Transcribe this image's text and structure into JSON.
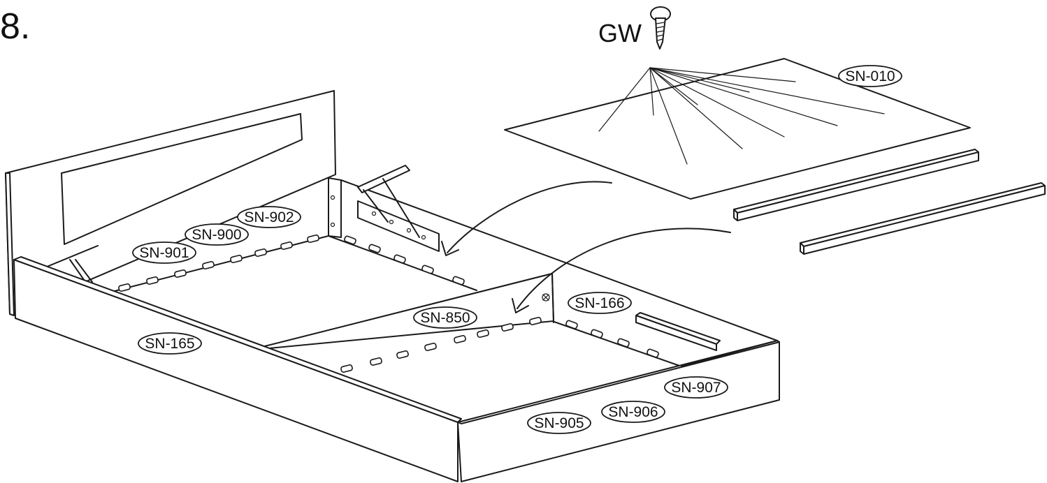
{
  "step_number": "8.",
  "fastener": {
    "code": "GW",
    "icon": "screw-icon"
  },
  "parts": [
    {
      "id": "sn-010",
      "label": "SN-010"
    },
    {
      "id": "sn-902",
      "label": "SN-902"
    },
    {
      "id": "sn-900",
      "label": "SN-900"
    },
    {
      "id": "sn-901",
      "label": "SN-901"
    },
    {
      "id": "sn-166",
      "label": "SN-166"
    },
    {
      "id": "sn-850",
      "label": "SN-850"
    },
    {
      "id": "sn-165",
      "label": "SN-165"
    },
    {
      "id": "sn-907",
      "label": "SN-907"
    },
    {
      "id": "sn-906",
      "label": "SN-906"
    },
    {
      "id": "sn-905",
      "label": "SN-905"
    }
  ]
}
